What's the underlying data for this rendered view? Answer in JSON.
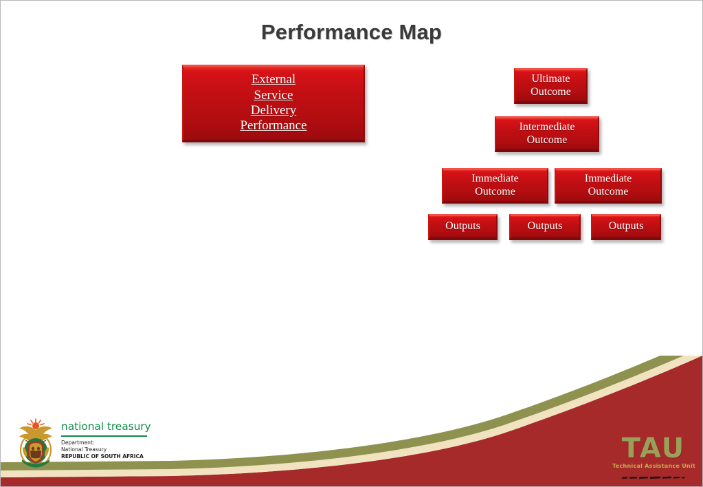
{
  "slide": {
    "title": "Performance Map",
    "background_color": "#ffffff",
    "accent_red": "#c00f13",
    "banner_maroon": "#a62a2a",
    "banner_olive": "#8f924f",
    "banner_cream": "#f2e3c0"
  },
  "diagram": {
    "boxes": [
      {
        "id": "external",
        "name": "external-service-delivery-performance-box",
        "underlined": true,
        "lines": [
          "External",
          "Service",
          "Delivery",
          "Performance"
        ]
      },
      {
        "id": "ultimate",
        "name": "ultimate-outcome-box",
        "underlined": false,
        "lines": [
          "Ultimate",
          "Outcome"
        ]
      },
      {
        "id": "intermediate",
        "name": "intermediate-outcome-box",
        "underlined": false,
        "lines": [
          "Intermediate",
          "Outcome"
        ]
      },
      {
        "id": "immediate-1",
        "name": "immediate-outcome-box-1",
        "underlined": false,
        "lines": [
          "Immediate",
          "Outcome"
        ]
      },
      {
        "id": "immediate-2",
        "name": "immediate-outcome-box-2",
        "underlined": false,
        "lines": [
          "Immediate",
          "Outcome"
        ]
      },
      {
        "id": "output-1",
        "name": "outputs-box-1",
        "underlined": false,
        "lines": [
          "Outputs"
        ]
      },
      {
        "id": "output-2",
        "name": "outputs-box-2",
        "underlined": false,
        "lines": [
          "Outputs"
        ]
      },
      {
        "id": "output-3",
        "name": "outputs-box-3",
        "underlined": false,
        "lines": [
          "Outputs"
        ]
      }
    ]
  },
  "footer": {
    "national_treasury": {
      "wordmark": "national treasury",
      "dept_label": "Department:",
      "dept_name": "National Treasury",
      "country": "REPUBLIC OF SOUTH AFRICA",
      "wordmark_color": "#0f8a4a"
    },
    "tau": {
      "mark": "TAU",
      "tagline": "Technical Assistance Unit",
      "mark_color": "#9aa05a",
      "tagline_color": "#c9a84a"
    }
  }
}
